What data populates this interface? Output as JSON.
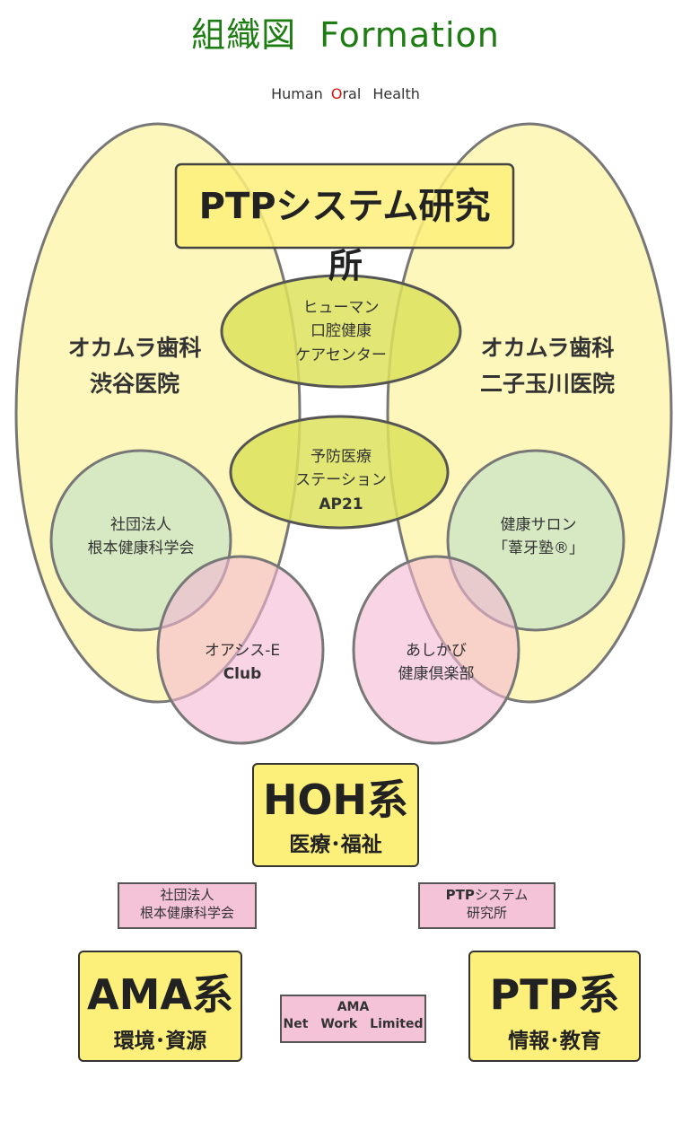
{
  "header": {
    "title_jp": "組織図",
    "title_en": "Formation",
    "subtitle_human": "Human",
    "subtitle_o": "O",
    "subtitle_ral": "ral",
    "subtitle_health": "Health"
  },
  "venn": {
    "ptp_institute_line1": "PTPシステム研究",
    "ptp_institute_line2": "所",
    "left_clinic_line1": "オカムラ歯科",
    "left_clinic_line2": "渋谷医院",
    "right_clinic_line1": "オカムラ歯科",
    "right_clinic_line2": "二子玉川医院",
    "human_center_line1": "ヒューマン",
    "human_center_line2": "口腔健康",
    "human_center_line3": "ケアセンター",
    "prevention_line1": "予防医療",
    "prevention_line2": "ステーション",
    "prevention_line3": "AP21",
    "shadan_line1": "社団法人",
    "shadan_line2": "根本健康科学会",
    "salon_line1": "健康サロン",
    "salon_line2": "「葦牙塾®」",
    "oasis_line1": "オアシス-E",
    "oasis_line2": "Club",
    "ashikabi_line1": "あしかび",
    "ashikabi_line2": "健康倶楽部"
  },
  "systems": {
    "hoh_title": "HOH系",
    "hoh_sub": "医療･福祉",
    "ama_title": "AMA系",
    "ama_sub": "環境･資源",
    "ptp_title": "PTP系",
    "ptp_sub": "情報･教育",
    "shadan_line1": "社団法人",
    "shadan_line2": "根本健康科学会",
    "ptp_inst_line1_bold": "PTP",
    "ptp_inst_line1_rest": "システム",
    "ptp_inst_line2": "研究所",
    "ama_net_line1": "AMA",
    "ama_net_line2": "Net　Work　Limited"
  },
  "colors": {
    "title_green": "#1e7d12",
    "yellow_fill": "#fdf07a",
    "olive_fill": "#dce25c",
    "green_circle": "#d3e8c9",
    "pink_fill": "#f4c3d8",
    "accent_red": "#dd1111"
  }
}
